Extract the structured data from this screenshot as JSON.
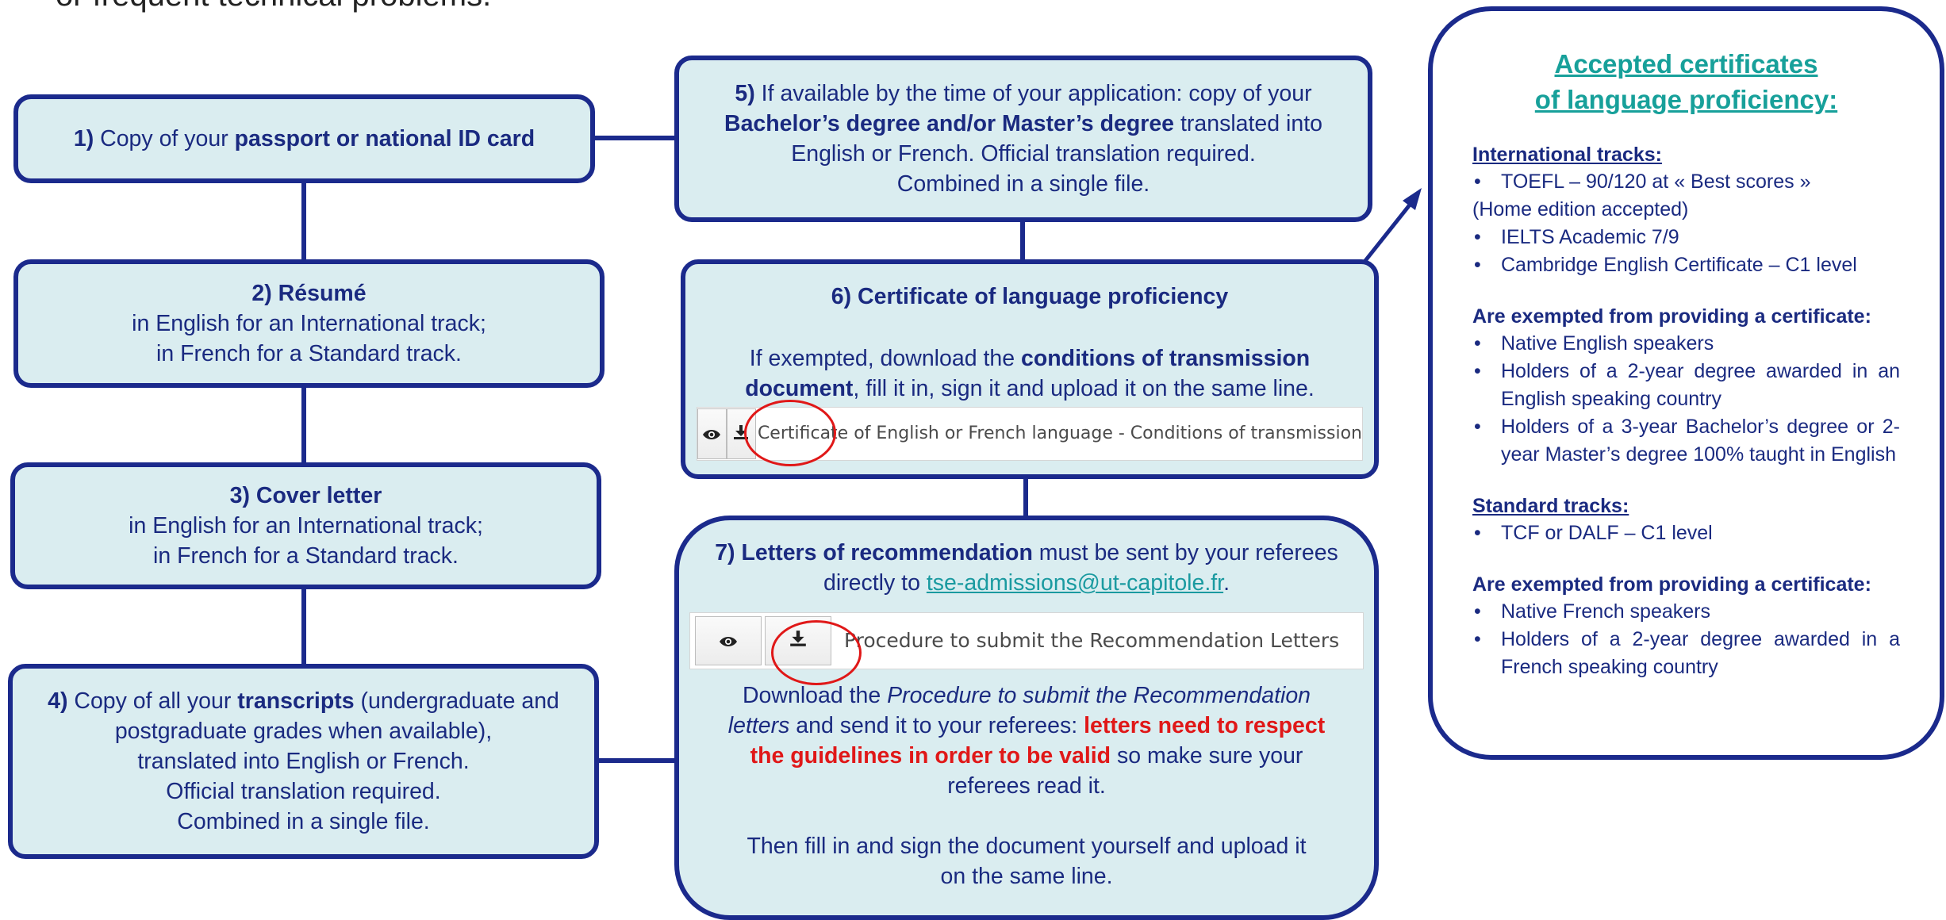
{
  "top_text": "or frequent technical problems.",
  "steps": {
    "s1": {
      "num": "1)",
      "pre": " Copy of your ",
      "bold": "passport or national ID card"
    },
    "s2": {
      "title": "2) Résumé",
      "line1": "in English for an International track;",
      "line2": "in French for a Standard track."
    },
    "s3": {
      "title": "3) Cover letter",
      "line1": "in English for an International track;",
      "line2": "in French for a Standard track."
    },
    "s4": {
      "num": "4)",
      "pre": " Copy of all your ",
      "bold": "transcripts",
      "post": " (undergraduate and",
      "line2": "postgraduate grades when available),",
      "line3": "translated into English or French.",
      "line4": "Official translation required.",
      "line5": "Combined in a single file."
    },
    "s5": {
      "num": "5)",
      "pre": " If available by the time of your application: copy of your",
      "bold": "Bachelor’s degree and/or Master’s degree",
      "post": " translated into",
      "line3": "English or French. Official translation required.",
      "line4": "Combined in a single file."
    },
    "s6": {
      "title": "6) Certificate of language proficiency",
      "pre": "If exempted, download the ",
      "bold1": "conditions of transmission",
      "bold2": "document",
      "post": ", fill it in, sign it and upload it on the same line.",
      "doc_label": "Certificate of English or French language - Conditions of transmission"
    },
    "s7": {
      "bold": "7) Letters of recommendation",
      "pre": " must be sent by your referees",
      "line2": "directly to ",
      "email": "tse-admissions@ut-capitole.fr",
      "dot": ".",
      "doc_label": "Procedure to submit the Recommendation Letters",
      "p1": "Download the ",
      "p1_it": "Procedure to submit the Recommendation",
      "p2_it": "letters",
      "p2": " and send it to your referees: ",
      "p2_red": "letters need to respect",
      "p3_red": "the guidelines in order to be valid",
      "p3": " so make sure your",
      "p4": "referees read it.",
      "p5": "Then fill in and sign the document yourself and upload it",
      "p6": "on the same line."
    }
  },
  "certificates": {
    "title1": "Accepted certificates",
    "title2": "of language proficiency:",
    "intl_heading": "International tracks:",
    "intl_items": [
      "TOEFL – 90/120 at « Best scores »"
    ],
    "intl_note": "(Home edition accepted)",
    "intl_items2": [
      "IELTS Academic 7/9",
      "Cambridge English Certificate – C1 level"
    ],
    "exempt_heading": "Are exempted from providing a certificate:",
    "exempt_items": [
      "Native English speakers",
      "Holders of a 2-year degree awarded in an English speaking country",
      "Holders of a 3-year Bachelor’s degree or 2-year Master’s degree 100% taught in English"
    ],
    "std_heading": "Standard tracks:",
    "std_items": [
      "TCF or DALF – C1 level"
    ],
    "exempt2_heading": "Are exempted from providing a certificate:",
    "exempt2_items": [
      "Native French speakers",
      "Holders of a 2-year degree awarded in a French speaking country"
    ]
  },
  "icons": {
    "view": "eye-icon",
    "download": "download-icon"
  },
  "colors": {
    "box_fill": "#daedf0",
    "border": "#1b2a8c",
    "text": "#1a2a80",
    "red": "#e01818",
    "link": "#1a9aa0"
  }
}
